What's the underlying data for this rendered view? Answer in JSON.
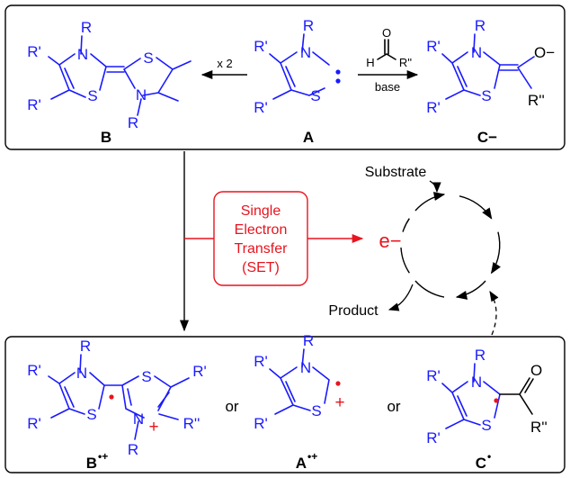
{
  "top_panel": {
    "compound_b": {
      "label": "B",
      "atom_N": "N",
      "atom_S": "S",
      "sub_R": "R",
      "sub_R1": "R'"
    },
    "compound_a": {
      "label": "A",
      "atom_N": "N",
      "atom_S": "S",
      "sub_R": "R",
      "sub_R1": "R'"
    },
    "compound_c": {
      "label": "C−",
      "atom_N": "N",
      "atom_S": "S",
      "sub_R": "R",
      "sub_R1": "R'",
      "oxide": "O−",
      "sub_R2": "R''"
    },
    "arrow_to_b": {
      "label": "x 2"
    },
    "arrow_to_c": {
      "reagent_O": "O",
      "reagent_H": "H",
      "reagent_R2": "R''",
      "condition": "base"
    }
  },
  "set_box": {
    "line1": "Single",
    "line2": "Electron",
    "line3": "Transfer",
    "line4": "(SET)"
  },
  "cycle": {
    "electron": "e−",
    "substrate": "Substrate",
    "product": "Product"
  },
  "bottom_panel": {
    "or_1": "or",
    "or_2": "or",
    "radical_b": {
      "label": "B",
      "label_sup": "•+",
      "atom_N": "N",
      "atom_S": "S",
      "sub_R": "R",
      "sub_R1": "R'",
      "sub_R2": "R''",
      "charge": "+"
    },
    "radical_a": {
      "label": "A",
      "label_sup": "•+",
      "atom_N": "N",
      "atom_S": "S",
      "sub_R": "R",
      "sub_R1": "R'",
      "charge": "+"
    },
    "radical_c": {
      "label": "C",
      "label_sup": "•",
      "atom_N": "N",
      "atom_S": "S",
      "sub_R": "R",
      "sub_R1": "R'",
      "sub_R2": "R''",
      "oxygen": "O"
    }
  },
  "colors": {
    "structure": "#1a1aff",
    "highlight": "#e8141e",
    "frame": "#000000"
  }
}
